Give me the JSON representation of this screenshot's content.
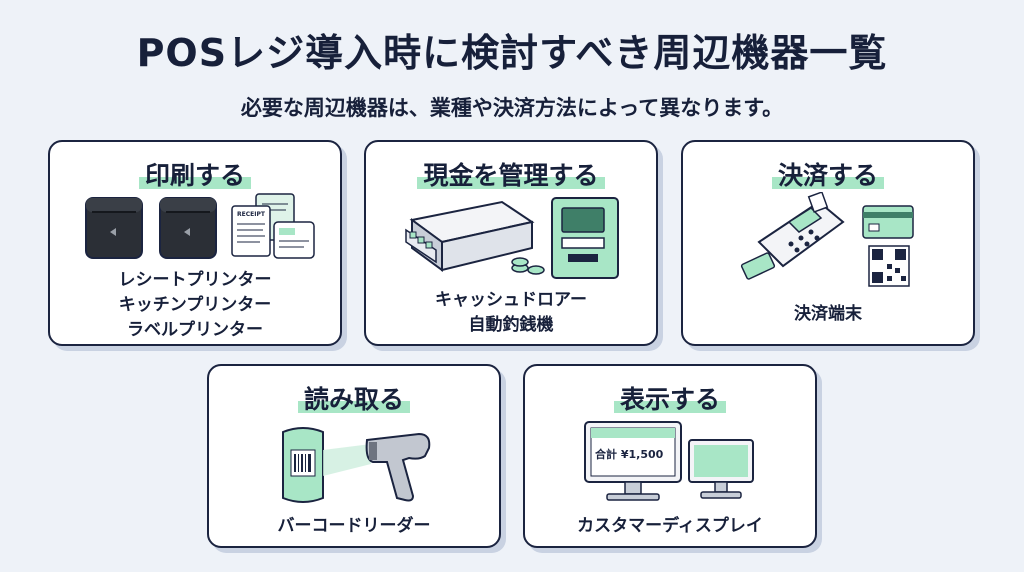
{
  "page": {
    "title": "POSレジ導入時に検討すべき周辺機器一覧",
    "subtitle": "必要な周辺機器は、業種や決済方法によって異なります。"
  },
  "cards": [
    {
      "title": "印刷する",
      "items": [
        "レシートプリンター",
        "キッチンプリンター",
        "ラベルプリンター"
      ]
    },
    {
      "title": "現金を管理する",
      "items": [
        "キャッシュドロアー",
        "自動釣銭機"
      ]
    },
    {
      "title": "決済する",
      "items": [
        "決済端末"
      ]
    },
    {
      "title": "読み取る",
      "items": [
        "バーコードリーダー"
      ]
    },
    {
      "title": "表示する",
      "items": [
        "カスタマーディスプレイ"
      ]
    }
  ],
  "illustrations": {
    "receipt_text": "RECEIPT",
    "display_text": "合計 ¥1,500"
  },
  "colors": {
    "accent_green": "#a8e6c6",
    "dark": "#1b2440",
    "background": "#eef2f8"
  }
}
